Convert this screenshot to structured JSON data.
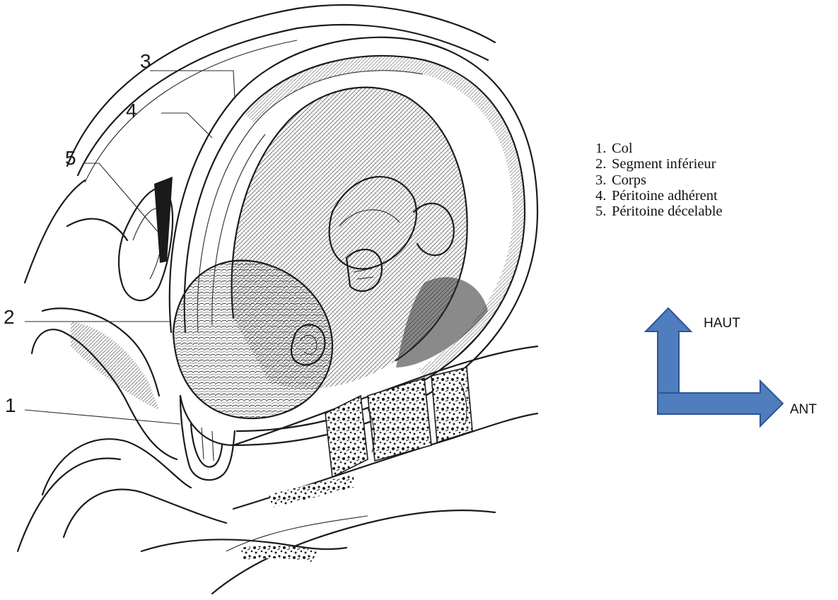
{
  "diagram": {
    "callout_numbers": [
      "3",
      "4",
      "5",
      "2",
      "1"
    ]
  },
  "legend": {
    "items": [
      {
        "index": "1.",
        "label": "Col"
      },
      {
        "index": "2.",
        "label": "Segment inférieur"
      },
      {
        "index": "3.",
        "label": "Corps"
      },
      {
        "index": "4.",
        "label": "Péritoine adhérent"
      },
      {
        "index": "5.",
        "label": "Péritoine décelable"
      }
    ]
  },
  "orientation": {
    "up_label": "HAUT",
    "forward_label": "ANT",
    "arrow_color": "#4f7dbd",
    "arrow_outline": "#2f5496"
  }
}
